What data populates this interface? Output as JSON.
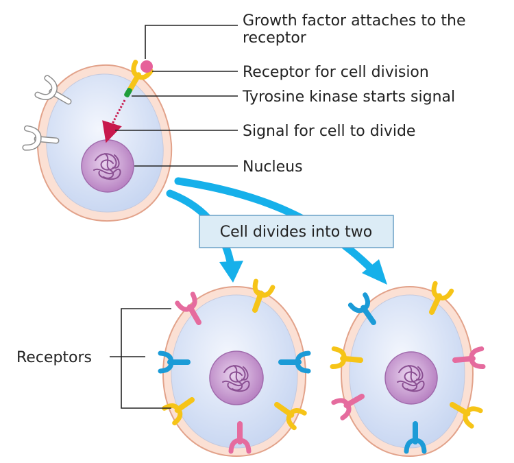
{
  "labels": {
    "growth_factor_line1": "Growth factor attaches to the",
    "growth_factor_line2": "receptor",
    "receptor_division": "Receptor for cell division",
    "tyrosine_kinase": "Tyrosine kinase starts signal",
    "signal": "Signal for cell to divide",
    "nucleus": "Nucleus",
    "receptors": "Receptors",
    "divides": "Cell divides into two"
  },
  "colors": {
    "membrane_outer": "#e8a990",
    "membrane_fill": "#fbe0d4",
    "cytoplasm": "#cfdcf3",
    "cytoplasm_light": "#e9eefa",
    "nucleus": "#b77fc0",
    "nucleus_light": "#e3c9ea",
    "chromatin": "#8a4f92",
    "receptor_yellow": "#f6c417",
    "receptor_blue": "#1b9bd7",
    "receptor_pink": "#e56b9e",
    "receptor_grey": "#9a9a9a",
    "growth_factor": "#e6619a",
    "kinase": "#1f9d3a",
    "signal_arrow": "#c8194d",
    "division_arrow": "#16b0ea",
    "label_box_fill": "#dcecf6",
    "label_box_stroke": "#6aa0c6"
  }
}
